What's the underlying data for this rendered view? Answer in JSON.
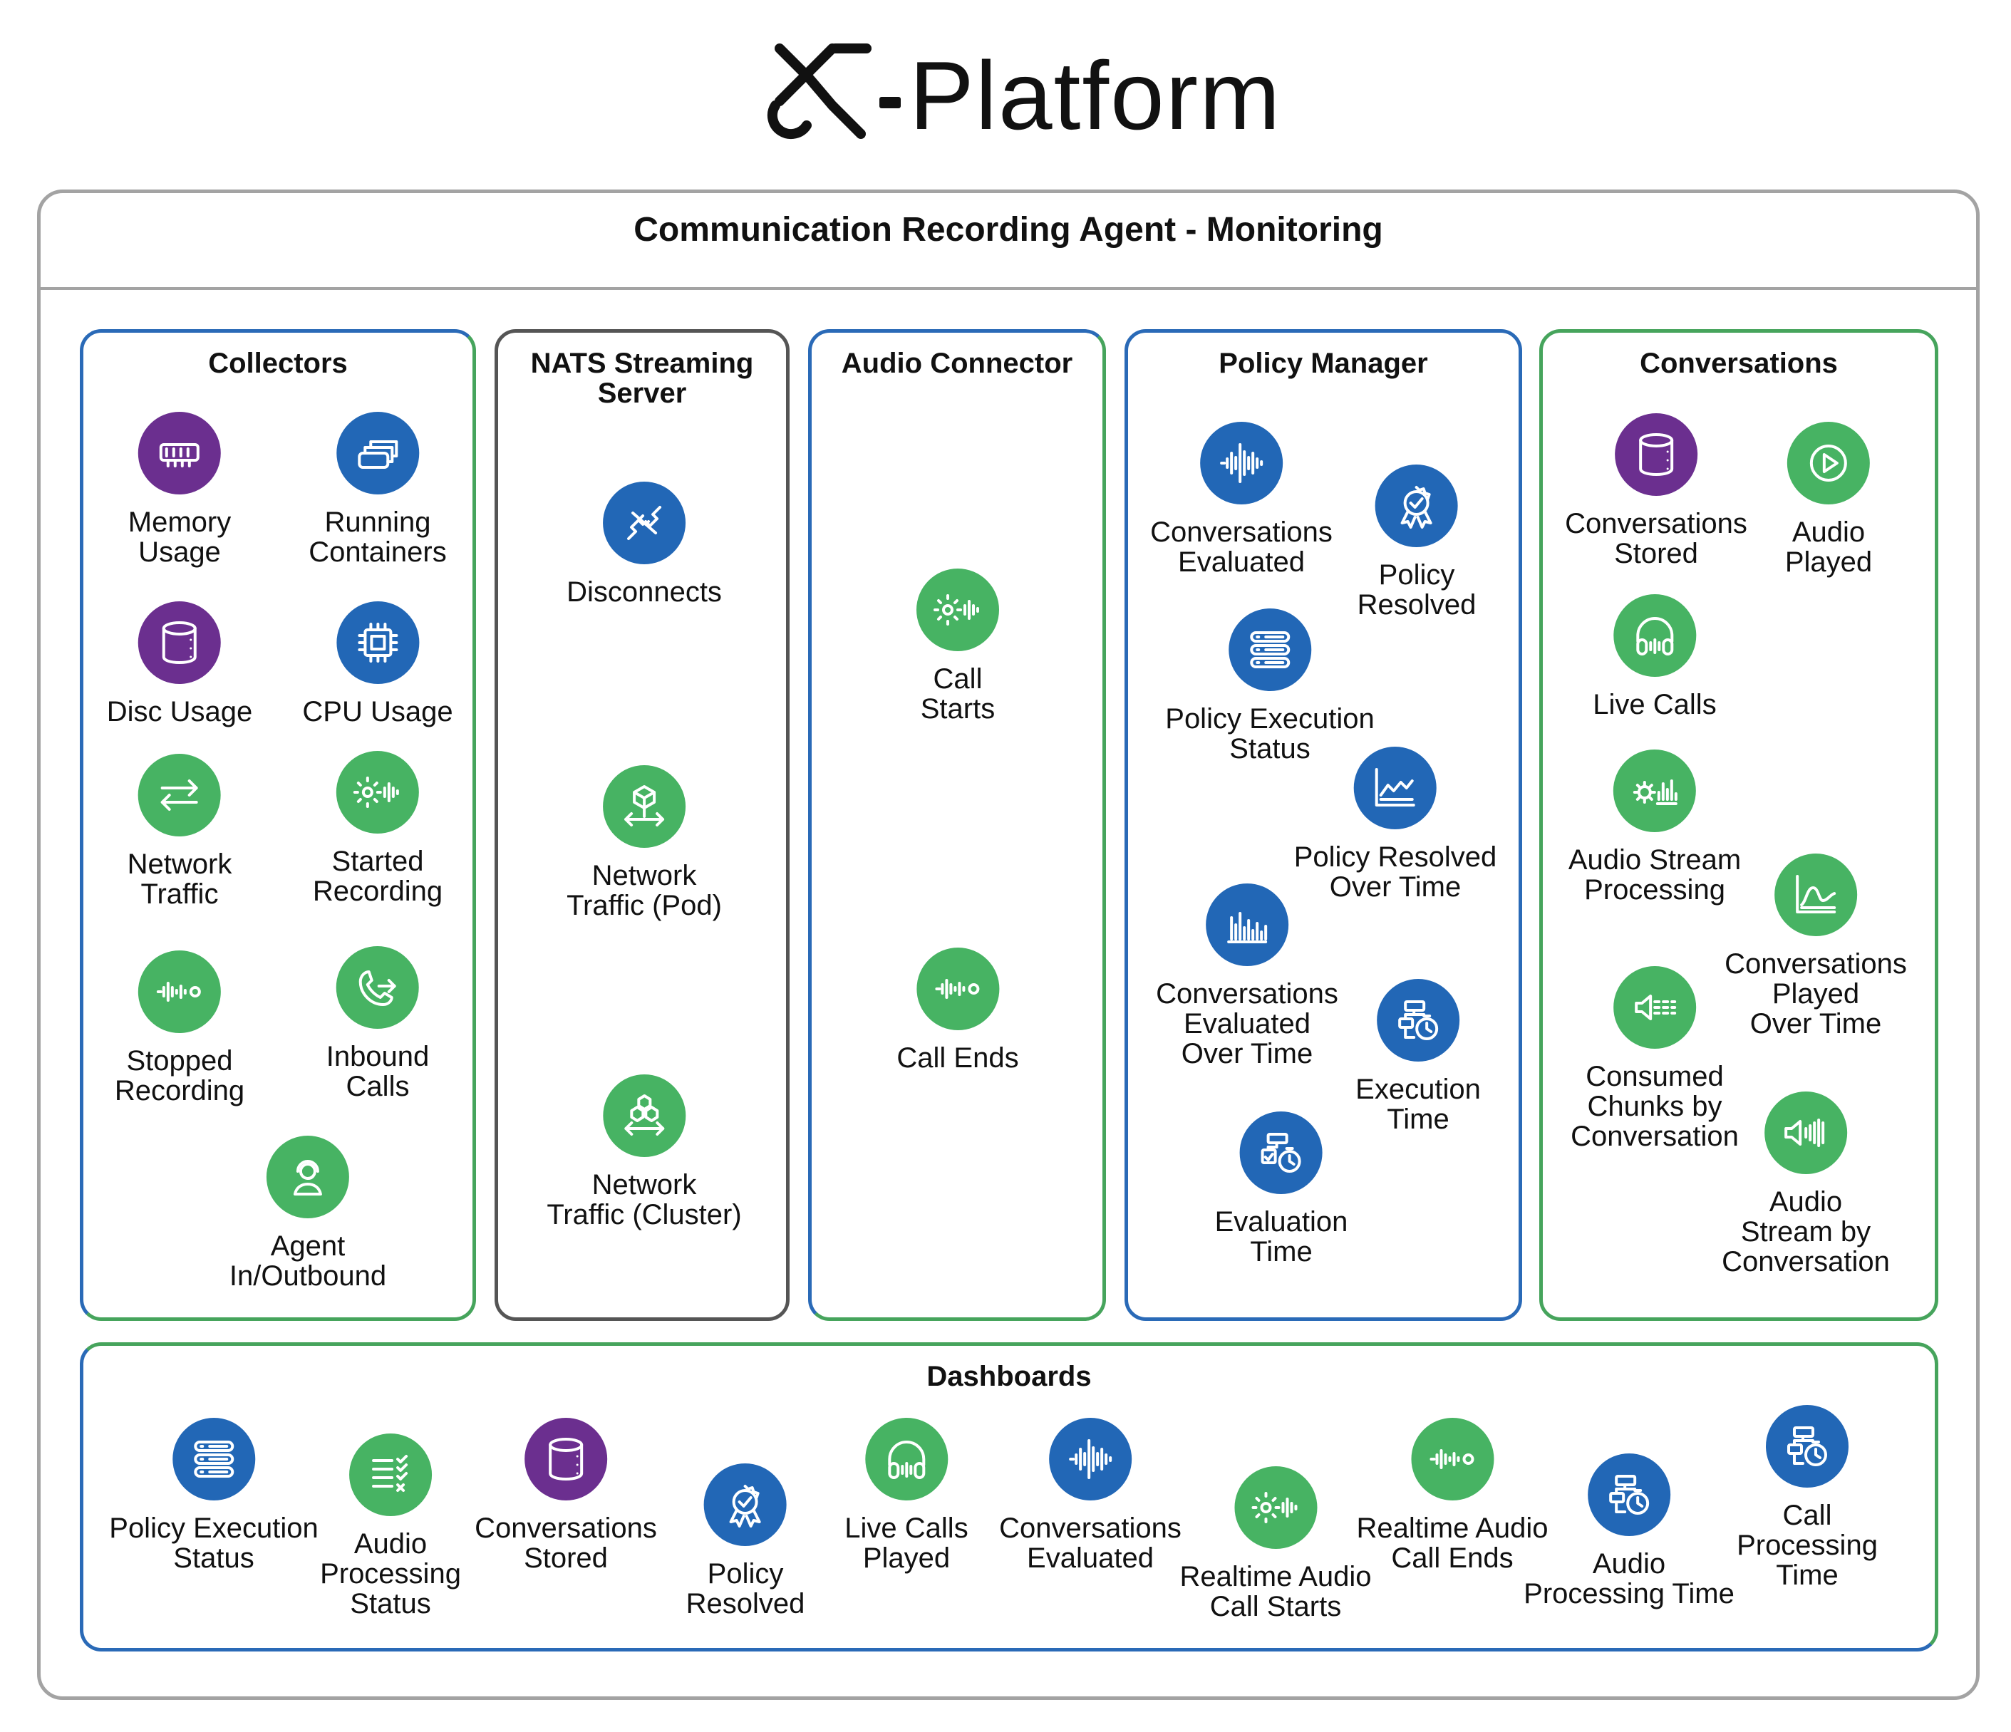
{
  "brand": {
    "logo_text": "Platform",
    "logo_mark": "x-logo-mark"
  },
  "title": "Communication Recording Agent - Monitoring",
  "colors": {
    "green": "#47b363",
    "blue": "#2267b6",
    "purple": "#6b2f8f",
    "frame": "#a3a3a3"
  },
  "panels": {
    "collectors": {
      "title": "Collectors",
      "items": [
        {
          "label": "Memory\nUsage",
          "icon": "memory-icon",
          "color": "purple"
        },
        {
          "label": "Running\nContainers",
          "icon": "containers-icon",
          "color": "blue"
        },
        {
          "label": "Disc Usage",
          "icon": "database-icon",
          "color": "purple"
        },
        {
          "label": "CPU Usage",
          "icon": "cpu-icon",
          "color": "blue"
        },
        {
          "label": "Network\nTraffic",
          "icon": "arrows-icon",
          "color": "green"
        },
        {
          "label": "Started\nRecording",
          "icon": "audio-start-icon",
          "color": "green"
        },
        {
          "label": "Stopped\nRecording",
          "icon": "audio-stop-icon",
          "color": "green"
        },
        {
          "label": "Inbound\nCalls",
          "icon": "phone-in-icon",
          "color": "green"
        },
        {
          "label": "Agent\nIn/Outbound",
          "icon": "agent-icon",
          "color": "green"
        }
      ]
    },
    "nats": {
      "title": "NATS Streaming\nServer",
      "items": [
        {
          "label": "Disconnects",
          "icon": "unplug-icon",
          "color": "blue"
        },
        {
          "label": "Network\nTraffic (Pod)",
          "icon": "cube-network-icon",
          "color": "green"
        },
        {
          "label": "Network\nTraffic (Cluster)",
          "icon": "cluster-network-icon",
          "color": "green"
        }
      ]
    },
    "audio_connector": {
      "title": "Audio Connector",
      "items": [
        {
          "label": "Call\nStarts",
          "icon": "audio-start-icon",
          "color": "green"
        },
        {
          "label": "Call Ends",
          "icon": "audio-stop-icon",
          "color": "green"
        }
      ]
    },
    "policy_manager": {
      "title": "Policy Manager",
      "items": [
        {
          "label": "Conversations\nEvaluated",
          "icon": "waveform-icon",
          "color": "blue"
        },
        {
          "label": "Policy\nResolved",
          "icon": "badge-check-icon",
          "color": "blue"
        },
        {
          "label": "Policy Execution\nStatus",
          "icon": "server-list-icon",
          "color": "blue"
        },
        {
          "label": "Policy Resolved\nOver Time",
          "icon": "line-chart-icon",
          "color": "blue"
        },
        {
          "label": "Conversations\nEvaluated\nOver Time",
          "icon": "bar-chart-icon",
          "color": "blue"
        },
        {
          "label": "Execution\nTime",
          "icon": "flow-timer-icon",
          "color": "blue"
        },
        {
          "label": "Evaluation\nTime",
          "icon": "check-timer-icon",
          "color": "blue"
        }
      ]
    },
    "conversations": {
      "title": "Conversations",
      "items": [
        {
          "label": "Conversations\nStored",
          "icon": "database-icon",
          "color": "purple"
        },
        {
          "label": "Audio\nPlayed",
          "icon": "play-icon",
          "color": "green"
        },
        {
          "label": "Live Calls",
          "icon": "headphones-icon",
          "color": "green"
        },
        {
          "label": "Audio Stream\nProcessing",
          "icon": "gear-audio-icon",
          "color": "green"
        },
        {
          "label": "Conversations\nPlayed\nOver Time",
          "icon": "area-chart-icon",
          "color": "green"
        },
        {
          "label": "Consumed\nChunks by\nConversation",
          "icon": "speaker-chunks-icon",
          "color": "green"
        },
        {
          "label": "Audio\nStream by\nConversation",
          "icon": "speaker-waves-icon",
          "color": "green"
        }
      ]
    },
    "dashboards": {
      "title": "Dashboards",
      "items": [
        {
          "label": "Policy Execution\nStatus",
          "icon": "server-list-icon",
          "color": "blue"
        },
        {
          "label": "Audio\nProcessing\nStatus",
          "icon": "checklist-icon",
          "color": "green"
        },
        {
          "label": "Conversations\nStored",
          "icon": "database-icon",
          "color": "purple"
        },
        {
          "label": "Policy\nResolved",
          "icon": "badge-check-icon",
          "color": "blue"
        },
        {
          "label": "Live Calls\nPlayed",
          "icon": "headphones-icon",
          "color": "green"
        },
        {
          "label": "Conversations\nEvaluated",
          "icon": "waveform-icon",
          "color": "blue"
        },
        {
          "label": "Realtime Audio\nCall Starts",
          "icon": "audio-start-icon",
          "color": "green"
        },
        {
          "label": "Realtime Audio\nCall Ends",
          "icon": "audio-stop-icon",
          "color": "green"
        },
        {
          "label": "Audio\nProcessing Time",
          "icon": "flow-timer-icon",
          "color": "blue"
        },
        {
          "label": "Call\nProcessing Time",
          "icon": "flow-timer-icon",
          "color": "blue"
        }
      ]
    }
  }
}
